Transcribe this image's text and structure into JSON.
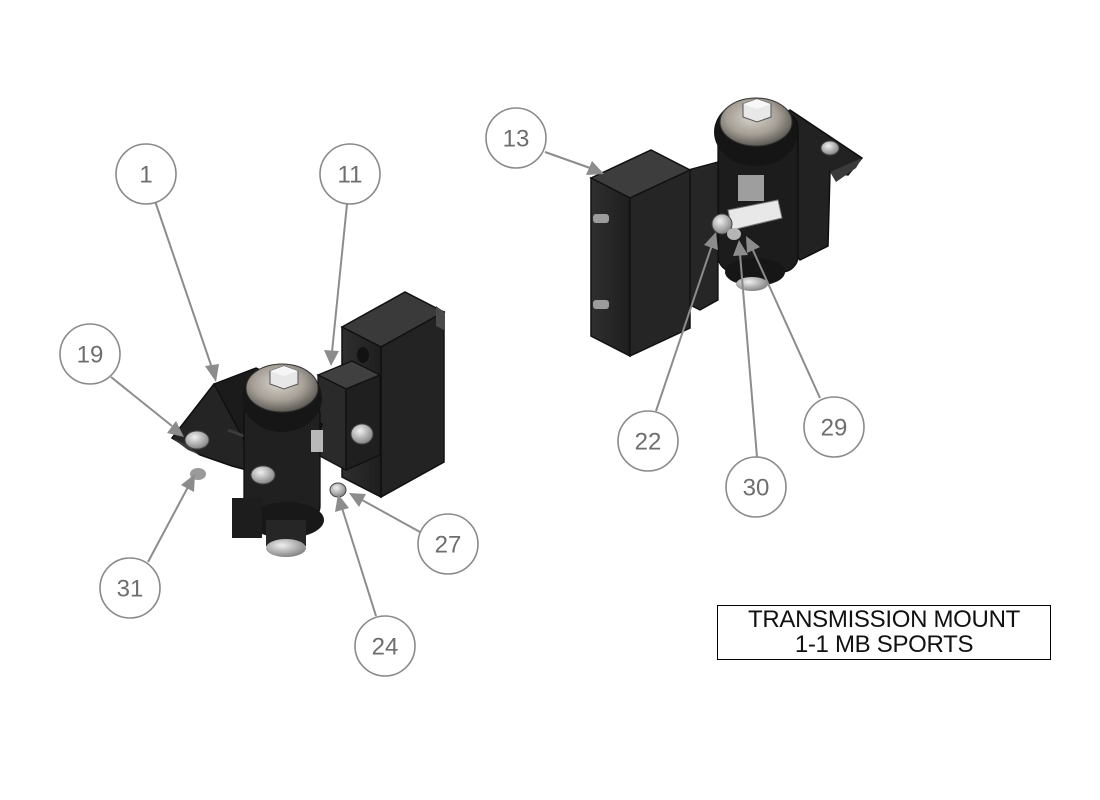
{
  "title_block": {
    "line1": "TRANSMISSION MOUNT",
    "line2": "1-1 MB SPORTS"
  },
  "views": [
    {
      "id": "left-assembly",
      "part_colors": {
        "body": "#2b2b2b",
        "edge": "#111111",
        "highlight": "#4a4a4a",
        "hardware": "#8e8e8e"
      }
    },
    {
      "id": "right-assembly",
      "part_colors": {
        "body": "#2b2b2b",
        "edge": "#111111",
        "highlight": "#4a4a4a",
        "hardware": "#8e8e8e"
      }
    }
  ],
  "balloons": [
    {
      "id": "b1",
      "label": "1"
    },
    {
      "id": "b11",
      "label": "11"
    },
    {
      "id": "b19",
      "label": "19"
    },
    {
      "id": "b31",
      "label": "31"
    },
    {
      "id": "b24",
      "label": "24"
    },
    {
      "id": "b27",
      "label": "27"
    },
    {
      "id": "b13",
      "label": "13"
    },
    {
      "id": "b22",
      "label": "22"
    },
    {
      "id": "b30",
      "label": "30"
    },
    {
      "id": "b29",
      "label": "29"
    }
  ]
}
